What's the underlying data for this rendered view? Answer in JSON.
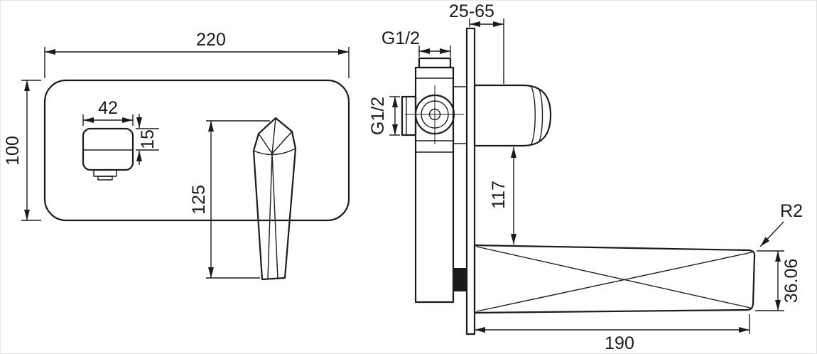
{
  "colors": {
    "line": "#1b1b1b",
    "background": "#ffffff"
  },
  "front_view": {
    "plate_width": "220",
    "plate_height": "100",
    "spout_width": "42",
    "spout_face_height": "15",
    "handle_length": "125"
  },
  "side_view": {
    "wall_depth_range": "25-65",
    "inlet_thread": "G1/2",
    "outlet_thread": "G1/2",
    "spout_drop": "117",
    "spout_reach": "190",
    "spout_end_height": "36.06",
    "corner_radius": "R2"
  }
}
